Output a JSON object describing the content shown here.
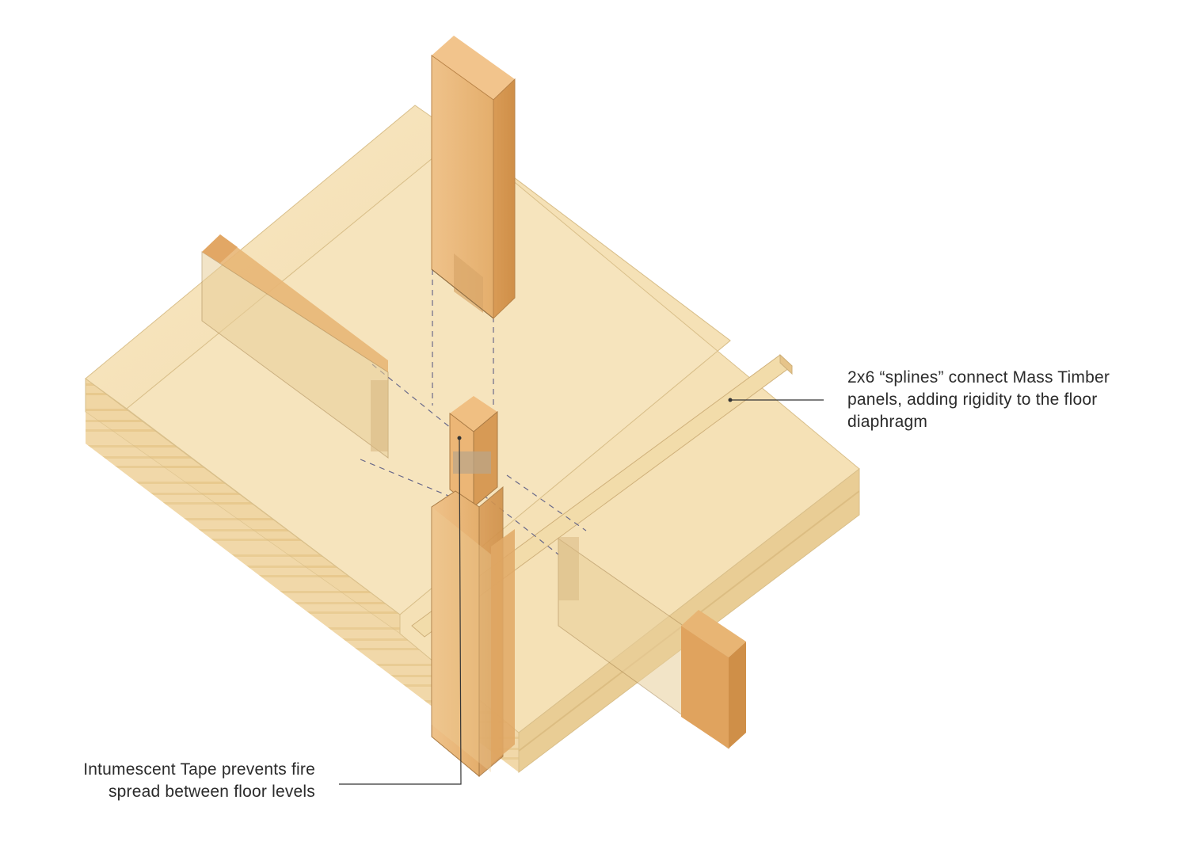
{
  "callouts": {
    "splines": {
      "lines": [
        "2x6 “splines” connect Mass Timber",
        "panels, adding rigidity to the floor",
        "diaphragm"
      ]
    },
    "tape": {
      "lines": [
        "Intumescent Tape prevents fire",
        "spread between floor levels"
      ]
    }
  },
  "colors": {
    "background": "#ffffff",
    "wood_top": "#f6e2b8",
    "wood_left": "#f0d6a0",
    "wood_right": "#e2c084",
    "post_face": "#eab97c",
    "post_side": "#d9a05c",
    "leader_line": "#333333"
  }
}
